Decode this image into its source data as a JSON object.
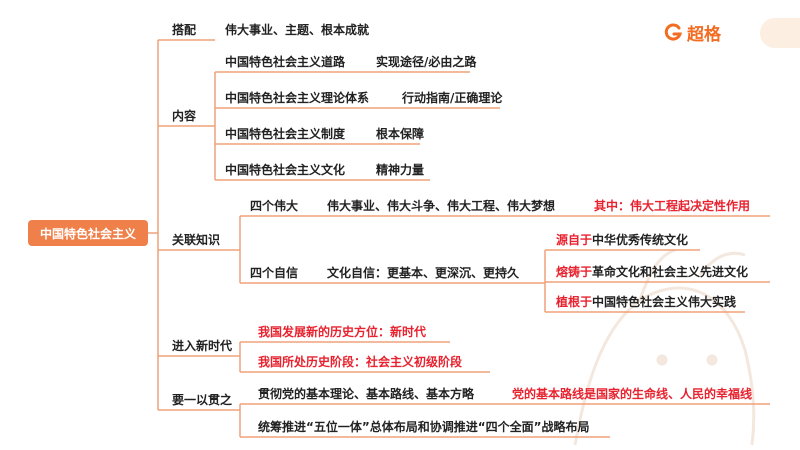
{
  "brand": {
    "name": "超格"
  },
  "root": "中国特色社会主义",
  "branches": {
    "dapei": {
      "label": "搭配",
      "items": [
        "伟大事业、主题、根本成就"
      ]
    },
    "neirong": {
      "label": "内容",
      "rows": [
        {
          "a": "中国特色社会主义道路",
          "b": "实现途径/必由之路"
        },
        {
          "a": "中国特色社会主义理论体系",
          "b": "行动指南/正确理论"
        },
        {
          "a": "中国特色社会主义制度",
          "b": "根本保障"
        },
        {
          "a": "中国特色社会主义文化",
          "b": "精神力量"
        }
      ]
    },
    "guanlian": {
      "label": "关联知识",
      "sige_weida": {
        "label": "四个伟大",
        "detail": "伟大事业、伟大斗争、伟大工程、伟大梦想",
        "note": "其中：伟大工程起决定性作用"
      },
      "sige_zixin": {
        "label": "四个自信",
        "detail": "文化自信：更基本、更深沉、更持久",
        "sources": [
          {
            "red": "源自于",
            "text": "中华优秀传统文化"
          },
          {
            "red": "熔铸于",
            "text": "革命文化和社会主义先进文化"
          },
          {
            "red": "植根于",
            "text": "中国特色社会主义伟大实践"
          }
        ]
      }
    },
    "xinshidai": {
      "label": "进入新时代",
      "items": [
        "我国发展新的历史方位：新时代",
        "我国所处历史阶段：社会主义初级阶段"
      ]
    },
    "yiyiguanzhi": {
      "label": "要一以贯之",
      "items": [
        {
          "text": "贯彻党的基本理论、基本路线、基本方略",
          "note": "党的基本路线是国家的生命线、人民的幸福线"
        },
        {
          "text": "统筹推进“五位一体”总体布局和协调推进“四个全面”战略布局"
        }
      ]
    }
  },
  "colors": {
    "root_bg": "#f0804a",
    "line": "#f0a07a",
    "accent_red": "#e8232f",
    "brand": "#f36c21"
  }
}
